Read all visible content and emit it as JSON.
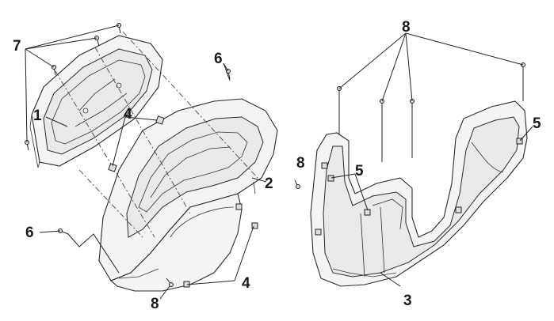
{
  "diagram": {
    "callouts": [
      {
        "id": "c7",
        "text": "7"
      },
      {
        "id": "c1",
        "text": "1"
      },
      {
        "id": "c4a",
        "text": "4"
      },
      {
        "id": "c6a",
        "text": "6"
      },
      {
        "id": "c8a",
        "text": "8"
      },
      {
        "id": "c2",
        "text": "2"
      },
      {
        "id": "c6b",
        "text": "6"
      },
      {
        "id": "c8b",
        "text": "8"
      },
      {
        "id": "c4b",
        "text": "4"
      },
      {
        "id": "c8c",
        "text": "8"
      },
      {
        "id": "c5a",
        "text": "5"
      },
      {
        "id": "c5b",
        "text": "5"
      },
      {
        "id": "c3",
        "text": "3"
      }
    ]
  }
}
